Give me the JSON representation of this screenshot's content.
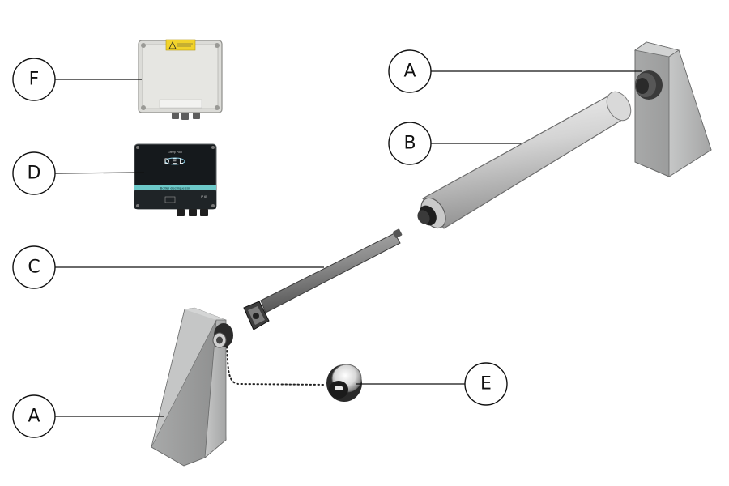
{
  "callouts": [
    {
      "id": "F",
      "label": "F"
    },
    {
      "id": "D",
      "label": "D"
    },
    {
      "id": "C",
      "label": "C"
    },
    {
      "id": "A-top",
      "label": "A"
    },
    {
      "id": "B",
      "label": "B"
    },
    {
      "id": "E",
      "label": "E"
    },
    {
      "id": "A-bottom",
      "label": "A"
    }
  ],
  "control_box": {
    "brand": "DEL",
    "top_text": "Greep Pool",
    "subtitle": "Boîtier électrique sûr",
    "ip_rating": "IP 65"
  },
  "colors": {
    "stroke": "#111111",
    "metal": "#a9aaaa",
    "control_box_body": "#15191c",
    "control_box_stripe": "#6cc8c8",
    "junction_box": "#dcdcd8"
  }
}
